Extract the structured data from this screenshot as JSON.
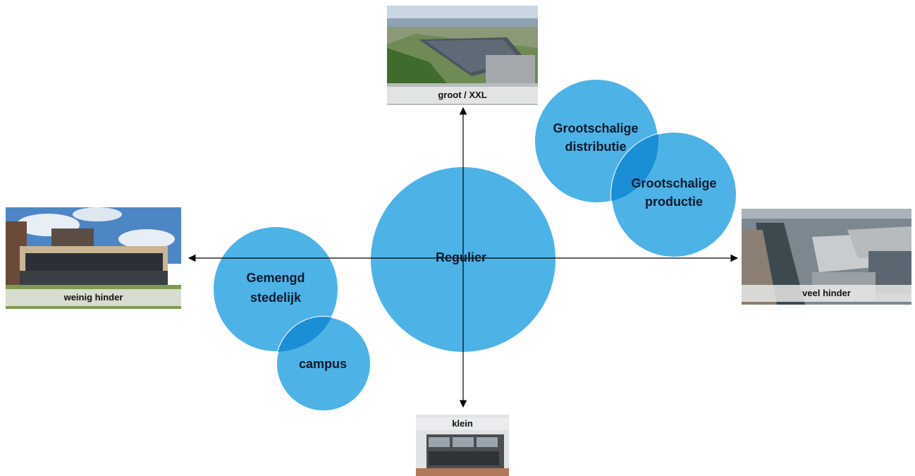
{
  "axes": {
    "top": "groot / XXL",
    "bottom": "klein",
    "left": "weinig hinder",
    "right": "veel hinder"
  },
  "bubbles": {
    "regulier": "Regulier",
    "gemengd_line1": "Gemengd",
    "gemengd_line2": "stedelijk",
    "campus": "campus",
    "distributie_line1": "Grootschalige",
    "distributie_line2": "distributie",
    "productie_line1": "Grootschalige",
    "productie_line2": "productie"
  },
  "colors": {
    "bubble": "#4db3e6",
    "overlap": "#1a8fd6",
    "axis": "#000000"
  }
}
